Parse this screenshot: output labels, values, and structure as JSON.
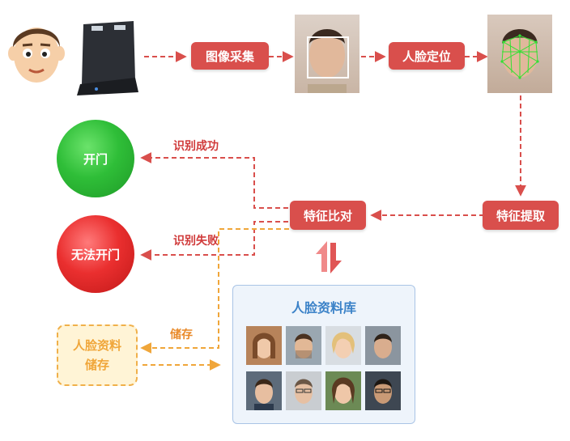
{
  "nodes": {
    "capture": "图像采集",
    "locate": "人脸定位",
    "extract": "特征提取",
    "compare": "特征比对",
    "open": "开门",
    "cannot_open": "无法开门",
    "store_box_line1": "人脸资料",
    "store_box_line2": "储存",
    "database_title": "人脸资料库"
  },
  "edge_labels": {
    "success": "识别成功",
    "fail": "识别失败",
    "store": "储存"
  },
  "colors": {
    "red_pill": "#d94f4c",
    "dash_red": "#d94f4c",
    "dash_orange": "#f0a63a",
    "db_title": "#3b82c8"
  },
  "icons": [
    "cartoon-face-icon",
    "camera-device-icon",
    "face-photo-icon",
    "face-mesh-photo-icon",
    "swap-arrows-icon"
  ]
}
